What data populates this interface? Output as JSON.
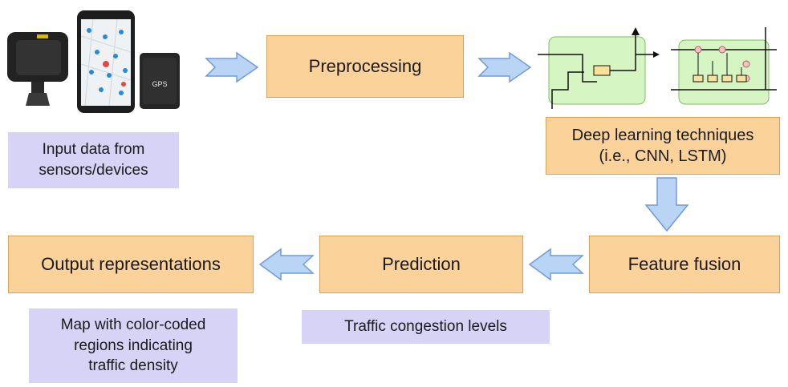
{
  "steps": {
    "preprocessing": "Preprocessing",
    "deep_learning": "Deep learning techniques\n(i.e., CNN, LSTM)",
    "feature_fusion": "Feature fusion",
    "prediction": "Prediction",
    "output": "Output representations"
  },
  "notes": {
    "input": "Input data from\nsensors/devices",
    "prediction": "Traffic congestion levels",
    "output": "Map with color-coded\nregions indicating\ntraffic density"
  },
  "devices": {
    "gps_label": "GPS"
  },
  "colors": {
    "step_fill": "#fbd39a",
    "note_fill": "#d6d3f7",
    "arrow_fill": "#b9d4f4",
    "arrow_stroke": "#6f9bd6",
    "nn_fill": "#d5f5c2"
  }
}
